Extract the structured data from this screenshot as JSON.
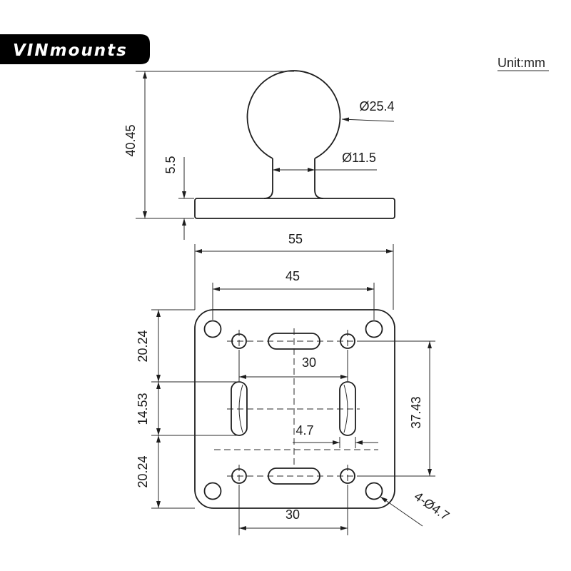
{
  "brand": {
    "name": "VINmounts"
  },
  "unit_label": "Unit:mm",
  "colors": {
    "line": "#1e1e1e",
    "badge": "#000000",
    "badge_text": "#ffffff",
    "background": "#ffffff"
  },
  "side_view": {
    "height_label": "40.45",
    "base_thickness_label": "5.5",
    "ball_diameter_label": "Ø25.4",
    "neck_diameter_label": "Ø11.5"
  },
  "plate_view": {
    "width_label": "55",
    "corner_hole_spacing_label": "45",
    "inner_spacing_top_label": "30",
    "hole_row_spacing_label": "37.43",
    "edge_to_slot_top_label": "20.24",
    "slot_length_label": "14.53",
    "edge_to_slot_bottom_label": "20.24",
    "slot_width_label": "4.7",
    "inner_spacing_bottom_label": "30",
    "hole_callout_label": "4-Ø4.7"
  }
}
